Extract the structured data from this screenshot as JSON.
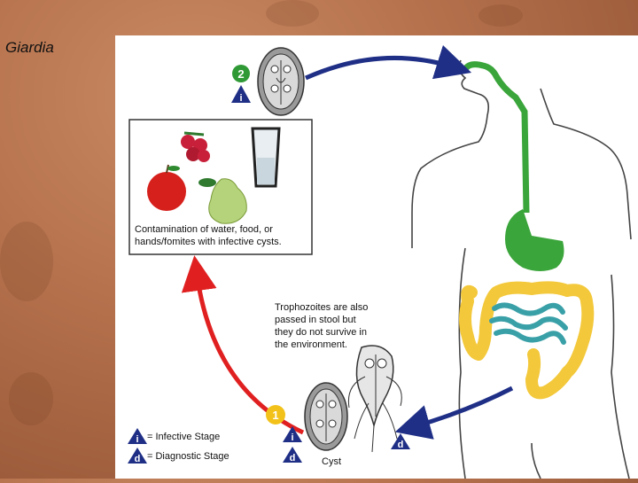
{
  "slide": {
    "title": "Giardia"
  },
  "diagram": {
    "stage_numbers": {
      "ingestion": "2",
      "excretion": "1"
    },
    "stage_letters": {
      "infective": "i",
      "diagnostic": "d"
    },
    "contamination_caption": [
      "Contamination of water, food, or",
      "hands/fomites with infective cysts."
    ],
    "trophozoite_note": [
      "Trophozoites are also",
      "passed in stool but",
      "they do not survive in",
      "the environment."
    ],
    "cyst_label": "Cyst",
    "legend": {
      "infective": "= Infective Stage",
      "diagnostic": "= Diagnostic Stage"
    },
    "colors": {
      "arrow_blue": "#1f2f86",
      "arrow_red": "#e02020",
      "stage1_badge": "#f2c21b",
      "stage2_badge": "#2f9a35",
      "gi_green": "#3aa53a",
      "colon_yellow": "#f3c83a",
      "small_intestine_teal": "#3aa0a8",
      "legend_triangle": "#1f2f86"
    }
  }
}
